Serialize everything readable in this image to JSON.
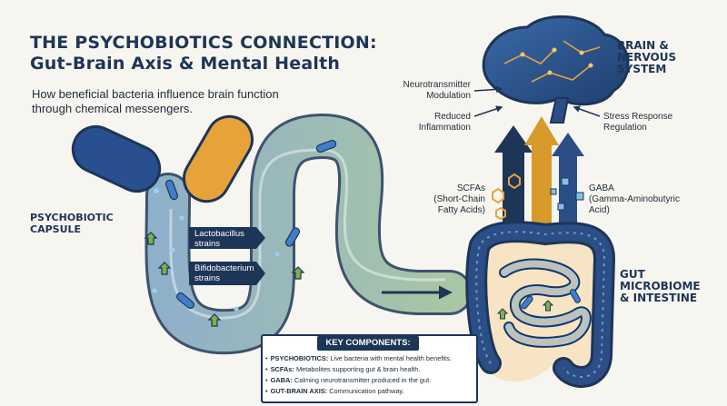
{
  "title": {
    "line1": "THE PSYCHOBIOTICS CONNECTION:",
    "line2": "Gut-Brain Axis & Mental Health"
  },
  "subtitle": "How beneficial bacteria influence brain function through chemical messengers.",
  "brain": {
    "label_line1": "BRAIN &",
    "label_line2": "NERVOUS",
    "label_line3": "SYSTEM"
  },
  "signals": {
    "neurotransmitter_line1": "Neurotransmitter",
    "neurotransmitter_line2": "Modulation",
    "inflammation_line1": "Reduced",
    "inflammation_line2": "Inflammation",
    "stress_line1": "Stress Response",
    "stress_line2": "Regulation"
  },
  "molecules": {
    "scfa_line1": "SCFAs",
    "scfa_line2": "(Short-Chain",
    "scfa_line3": "Fatty Acids)",
    "gaba_line1": "GABA",
    "gaba_line2": "(Gamma-Aminobutyric",
    "gaba_line3": "Acid)"
  },
  "capsule": {
    "label_line1": "PSYCHOBIOTIC",
    "label_line2": "CAPSULE"
  },
  "strains": {
    "lacto_line1": "Lactobacillus",
    "lacto_line2": "strains",
    "bifido_line1": "Bifidobacterium",
    "bifido_line2": "strains"
  },
  "gut": {
    "label_line1": "GUT",
    "label_line2": "MICROBIOME",
    "label_line3": "& INTESTINE"
  },
  "key_components": {
    "heading": "KEY COMPONENTS:",
    "items": [
      {
        "term": "PSYCHOBIOTICS:",
        "desc": "Live bacteria with mental health benefits."
      },
      {
        "term": "SCFAs:",
        "desc": "Metabolites supporting gut & brain health."
      },
      {
        "term": "GABA:",
        "desc": "Calming neurotransmitter produced in the gut."
      },
      {
        "term": "GUT-BRAIN AXIS:",
        "desc": "Communication pathway."
      }
    ]
  },
  "colors": {
    "navy": "#1d3557",
    "capsule_blue": "#2a4f8f",
    "capsule_orange": "#e8a23a",
    "tube_blue": "#8fb0c9",
    "tube_green": "#a9c6a4",
    "bacteria_green": "#7fb04a",
    "bacteria_blue": "#3f7fc9",
    "gut_blue": "#2b4e86",
    "gut_orange": "#f0b86a",
    "gold_arrow": "#d89a2b",
    "background": "#f7f5ef"
  }
}
